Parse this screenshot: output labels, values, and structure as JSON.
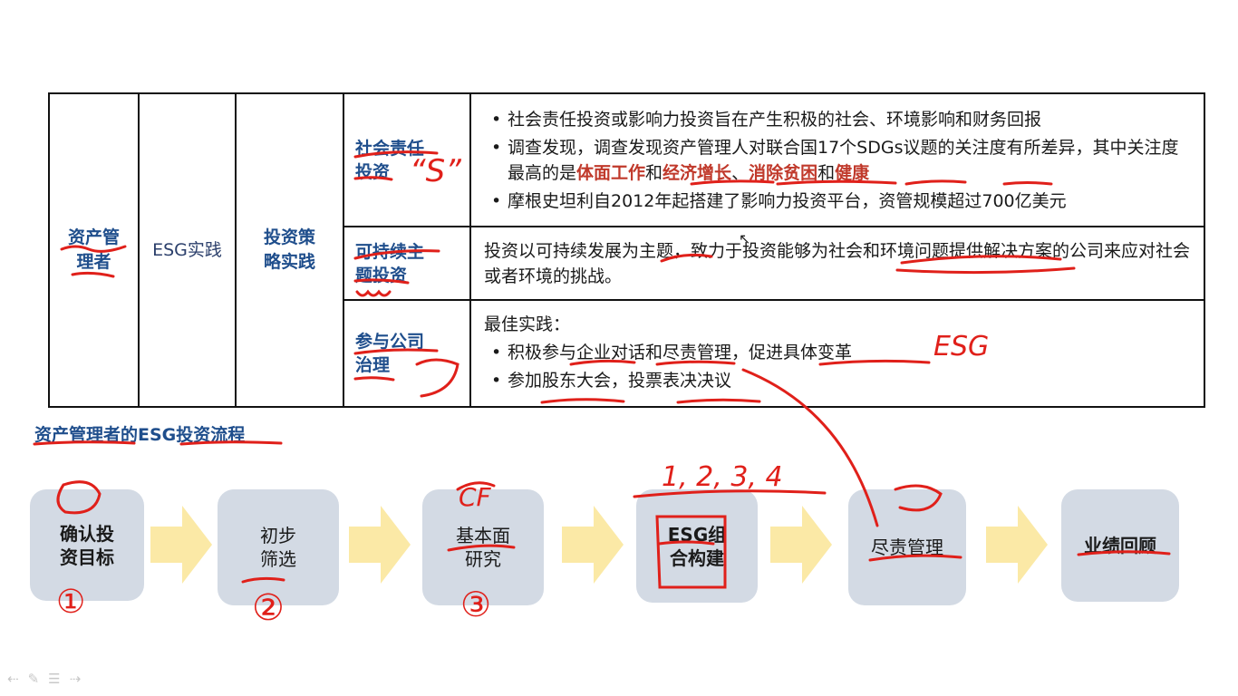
{
  "table": {
    "col_investor": [
      "资产管",
      "理者"
    ],
    "col_practice": "ESG实践",
    "col_strategy": [
      "投资策",
      "略实践"
    ],
    "rows": [
      {
        "strategy": [
          "社会责任",
          "投资"
        ],
        "bullets": {
          "b1": "社会责任投资或影响力投资旨在产生积极的社会、环境影响和财务回报",
          "b2a": "调查发现，调查发现资产管理人对联合国17个SDGs议题的关注度有所差异，其中关注度最高的是",
          "h1": "体面工作",
          "j1": "和",
          "h2": "经济增长",
          "j2": "、",
          "h3": "消除贫困",
          "j3": "和",
          "h4": "健康",
          "b3": "摩根史坦利自2012年起搭建了影响力投资平台，资管规模超过700亿美元"
        }
      },
      {
        "strategy": [
          "可持续主",
          "题投资"
        ],
        "text": "投资以可持续发展为主题，致力于投资能够为社会和环境问题提供解决方案的公司来应对社会或者环境的挑战。"
      },
      {
        "strategy": [
          "参与公司",
          "治理"
        ],
        "intro": "最佳实践：",
        "bullets": [
          "积极参与企业对话和尽责管理，促进具体变革",
          "参加股东大会，投票表决决议"
        ]
      }
    ]
  },
  "section_title": "资产管理者的ESG投资流程",
  "steps": [
    {
      "lines": [
        "确认投",
        "资目标"
      ]
    },
    {
      "lines": [
        "初步",
        "筛选"
      ]
    },
    {
      "lines": [
        "基本面",
        "研究"
      ]
    },
    {
      "lines": [
        "ESG组",
        "合构建"
      ]
    },
    {
      "lines": [
        "尽责管理"
      ]
    },
    {
      "lines": [
        "业绩回顾"
      ]
    }
  ],
  "annotations": {
    "s_mark": "“S”",
    "esg_mark": "ESG",
    "num_1": "①",
    "num_2": "②",
    "num_3": "③",
    "seq": "1, 2, 3, 4",
    "cf": "CF"
  },
  "colors": {
    "header_blue": "#1f4e8c",
    "highlight_red": "#c0392b",
    "ink_red": "#e0201a",
    "step_bg": "#d3dae4",
    "arrow_yellow": "#fbe9a6"
  }
}
